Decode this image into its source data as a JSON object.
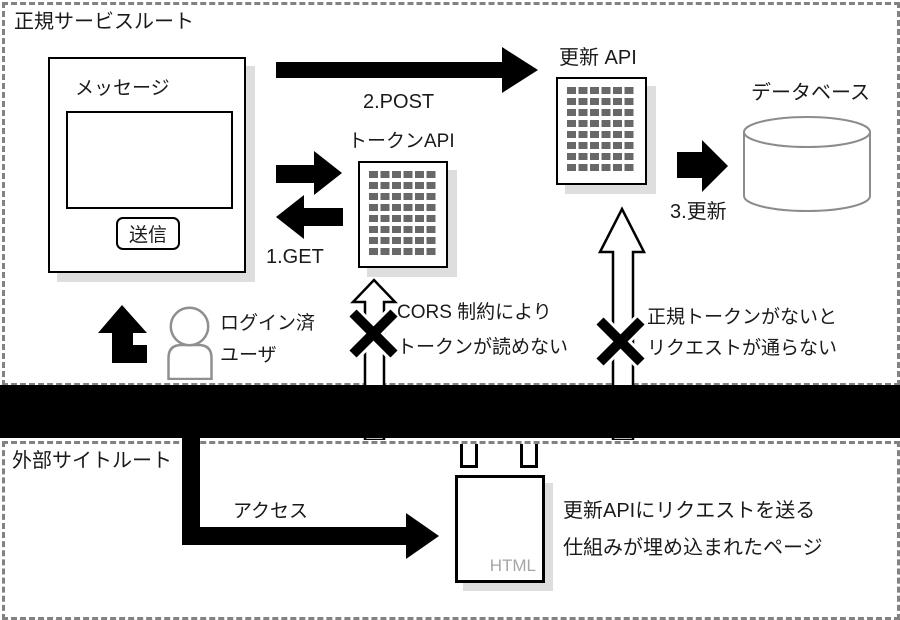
{
  "regions": {
    "legit_label": "正規サービスルート",
    "external_label": "外部サイトルート"
  },
  "message_window": {
    "title": "メッセージ",
    "send_button": "送信"
  },
  "token_api": {
    "label": "トークンAPI"
  },
  "update_api": {
    "label": "更新 API"
  },
  "database": {
    "label": "データベース"
  },
  "flow": {
    "get": "1.GET",
    "post": "2.POST",
    "update": "3.更新",
    "access": "アクセス"
  },
  "user": {
    "label_line1": "ログイン済",
    "label_line2": "ユーザ"
  },
  "block_cors": {
    "line1": "CORS 制約により",
    "line2": "トークンが読めない"
  },
  "block_token": {
    "line1": "正規トークンがないと",
    "line2": "リクエストが通らない"
  },
  "external_page": {
    "label": "HTML",
    "desc_line1": "更新APIにリクエストを送る",
    "desc_line2": "仕組みが埋め込まれたページ"
  },
  "icons": {
    "user": "user-icon",
    "database": "database-icon",
    "token_api": "api-document-icon",
    "update_api": "api-document-icon",
    "block": "block-x-icon"
  },
  "colors": {
    "line": "#000000",
    "dashed_border": "#828282",
    "muted_stroke": "#8f8f8f",
    "box_shadow": "#dedede",
    "grid_square": "#686868",
    "html_label": "#a6a6a6"
  }
}
